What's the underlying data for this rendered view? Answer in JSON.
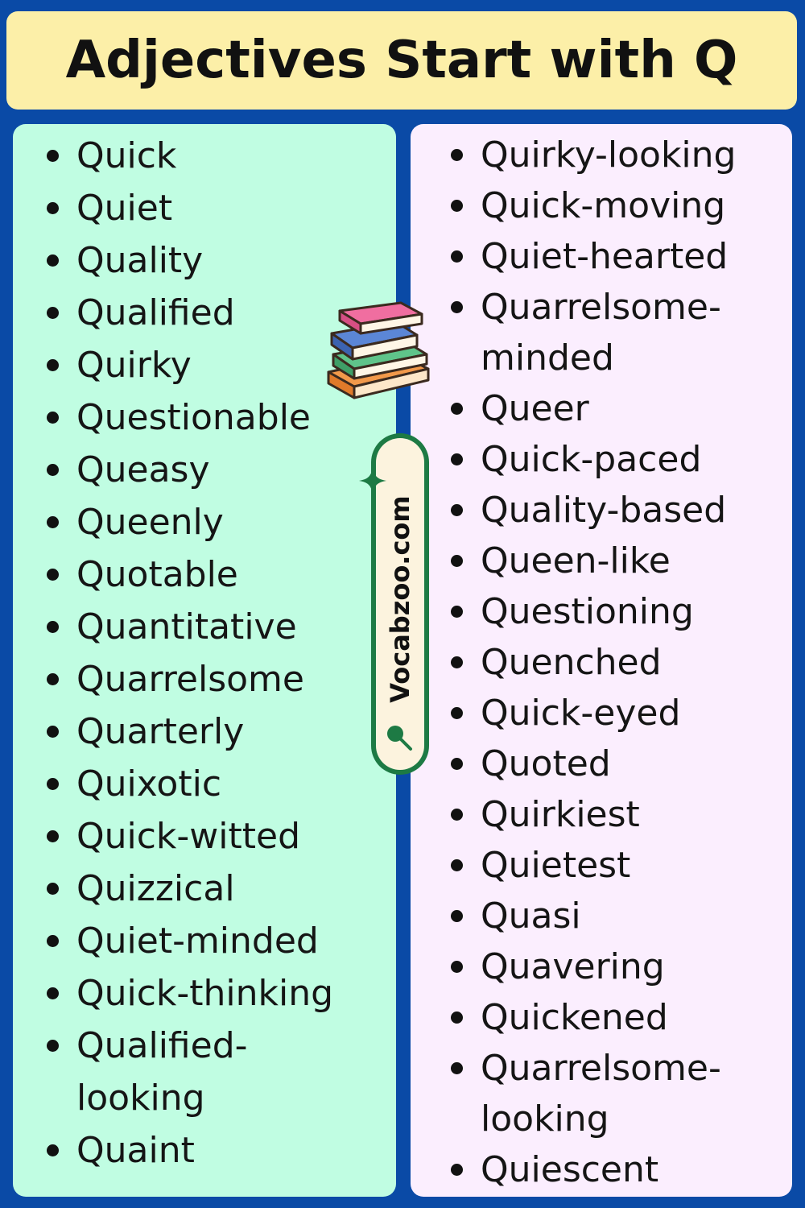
{
  "title": "Adjectives Start with Q",
  "left_column": {
    "items": [
      "Quick",
      "Quiet",
      "Quality",
      "Qualified",
      "Quirky",
      "Questionable",
      "Queasy",
      "Queenly",
      "Quotable",
      "Quantitative",
      "Quarrelsome",
      "Quarterly",
      "Quixotic",
      "Quick-witted",
      "Quizzical",
      "Quiet-minded",
      "Quick-thinking",
      "Qualified-\nlooking",
      "Quaint"
    ]
  },
  "right_column": {
    "items": [
      "Quirky-looking",
      "Quick-moving",
      "Quiet-hearted",
      "Quarrelsome-\nminded",
      "Queer",
      "Quick-paced",
      "Quality-based",
      "Queen-like",
      "Questioning",
      "Quenched",
      "Quick-eyed",
      "Quoted",
      "Quirkiest",
      "Quietest",
      "Quasi",
      "Quavering",
      "Quickened",
      "Quarrelsome-\nlooking",
      "Quiescent"
    ]
  },
  "watermark": {
    "text": "Vocabzoo.com"
  },
  "icons": {
    "books": "books-stack-icon",
    "sparkle": "sparkle-icon",
    "magnifier": "magnifier-icon"
  },
  "colors": {
    "background": "#0a4aa6",
    "title_bg": "#fcefa8",
    "left_panel": "#c0fde2",
    "right_panel": "#fbeefe",
    "accent_green": "#1d7a44"
  }
}
